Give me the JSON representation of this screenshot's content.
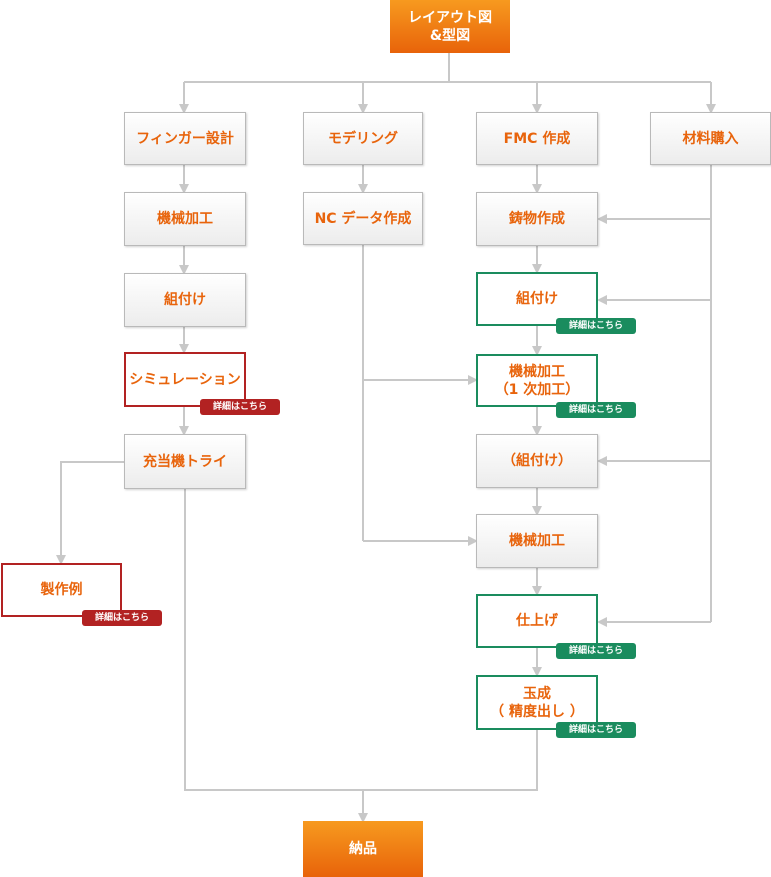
{
  "colors": {
    "accent": "#e8640c",
    "connector": "#c8c8c8",
    "red": "#b22222",
    "green": "#1a8c5e"
  },
  "nodes": {
    "layout": "レイアウト図\n&型図",
    "finger_design": "フィンガー設計",
    "modeling": "モデリング",
    "fmc": "FMC 作成",
    "material": "材料購入",
    "machining_1": "機械加工",
    "nc_data": "NC データ作成",
    "casting": "鋳物作成",
    "assembly_1": "組付け",
    "assembly_2": "組付け",
    "simulation": "シミュレーション",
    "machining_2": "機械加工\n（1 次加工）",
    "trial": "充当機トライ",
    "assembly_3": "（組付け）",
    "machining_3": "機械加工",
    "example": "製作例",
    "finishing": "仕上げ",
    "balling": "玉成\n（ 精度出し ）",
    "delivery": "納品"
  },
  "detail_label": "詳細はこちら"
}
